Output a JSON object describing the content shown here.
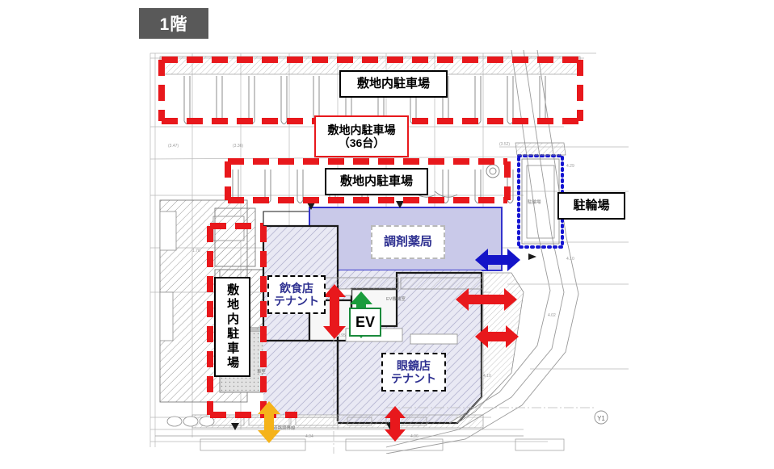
{
  "floor_badge": {
    "text": "1階"
  },
  "labels": {
    "parking_top": "敷地内駐車場",
    "parking_count": "敷地内駐車場\n（36台）",
    "parking_mid": "敷地内駐車場",
    "parking_left": "敷地内駐車場",
    "bicycle_parking": "駐輪場",
    "pharmacy": "調剤薬局",
    "food_tenant": "飲食店\nテナント",
    "glasses_tenant": "眼鏡店\nテナント",
    "elevator": "EV"
  },
  "colors": {
    "badge_bg": "#595959",
    "boundary_red": "#e8181c",
    "tenant_fill": "#dcdcec",
    "pharmacy_fill": "#c8c8e8",
    "pharmacy_stroke": "#3333cc",
    "arrow_red": "#e8181c",
    "arrow_blue": "#1414c8",
    "arrow_green": "#1a9c3c",
    "arrow_orange": "#f5b31a",
    "label_text_blue": "#2f3191",
    "drawing_line": "#8d8d8d"
  },
  "arrows": [
    {
      "name": "pharmacy-access-arrow",
      "color": "#1414c8",
      "dir": "horizontal"
    },
    {
      "name": "mid-access-arrow",
      "color": "#e8181c",
      "dir": "horizontal"
    },
    {
      "name": "lower-access-arrow",
      "color": "#e8181c",
      "dir": "horizontal"
    },
    {
      "name": "food-tenant-arrow",
      "color": "#e8181c",
      "dir": "vertical"
    },
    {
      "name": "elevator-arrow",
      "color": "#1a9c3c",
      "dir": "vertical"
    },
    {
      "name": "west-entry-arrow",
      "color": "#f5b31a",
      "dir": "vertical"
    },
    {
      "name": "south-entry-arrow",
      "color": "#e8181c",
      "dir": "vertical"
    }
  ]
}
